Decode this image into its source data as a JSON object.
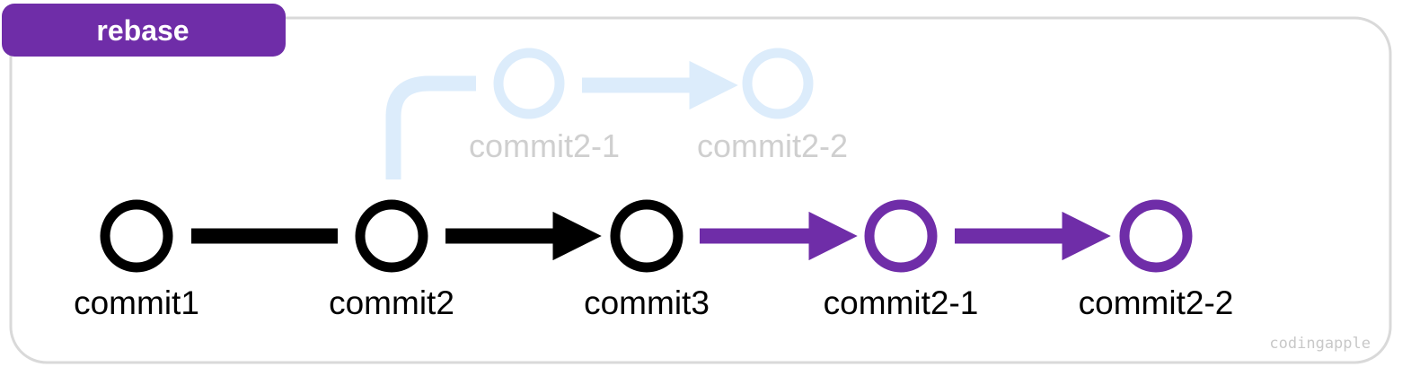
{
  "title": "rebase",
  "watermark": "codingapple",
  "colors": {
    "purple": "#6f2da8",
    "black": "#000000",
    "faded": "#dcecfb",
    "faded_text": "#cfcfcf",
    "frame": "#d9d9d9",
    "watermark": "#c8c8c8"
  },
  "main_commits": [
    {
      "label": "commit1"
    },
    {
      "label": "commit2"
    },
    {
      "label": "commit3"
    },
    {
      "label": "commit2-1"
    },
    {
      "label": "commit2-2"
    }
  ],
  "ghost_commits": [
    {
      "label": "commit2-1"
    },
    {
      "label": "commit2-2"
    }
  ]
}
